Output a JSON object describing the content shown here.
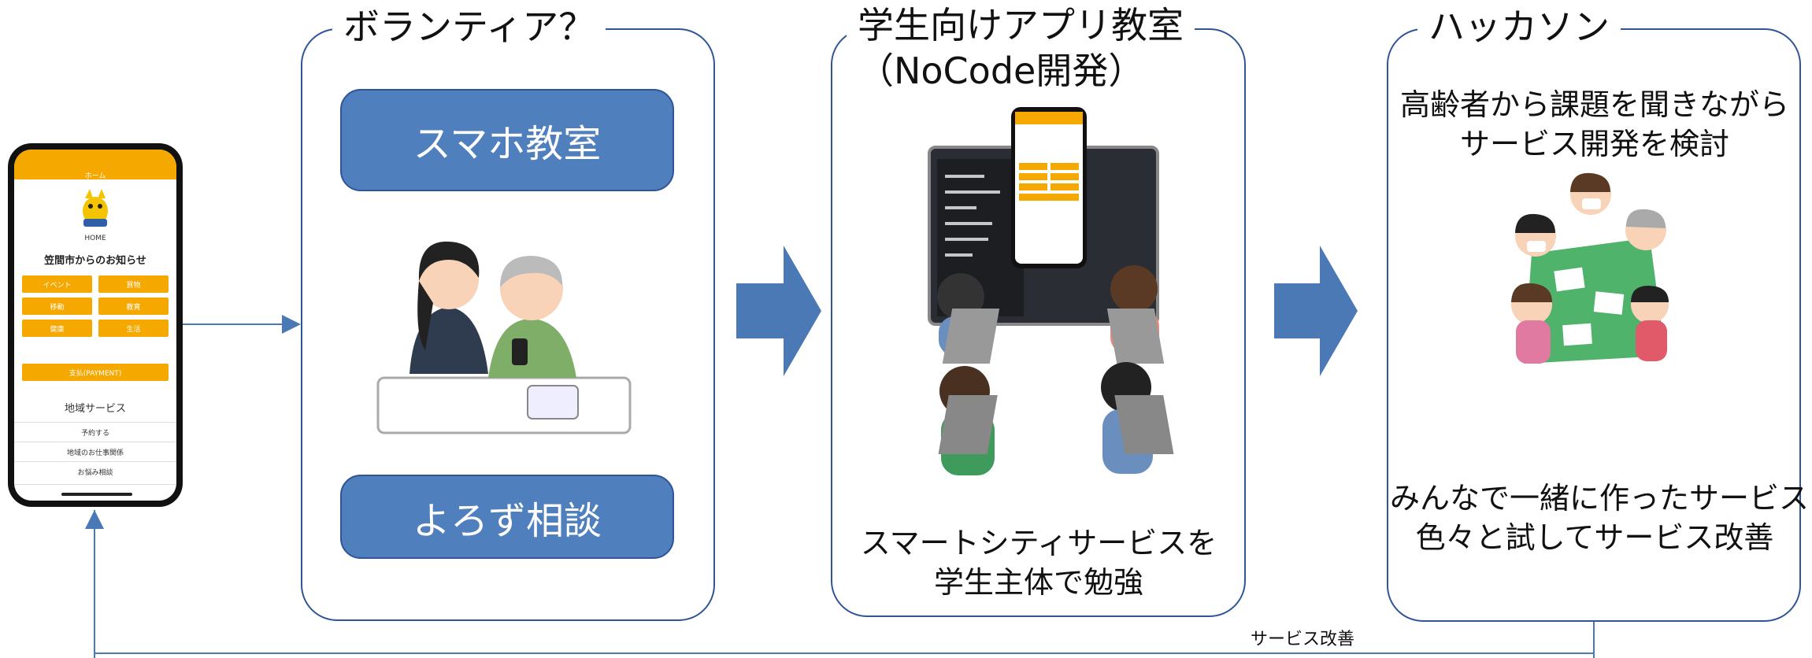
{
  "colors": {
    "accent_blue": "#4f7fbd",
    "border_blue": "#2f5597",
    "app_orange": "#f5a800",
    "arrow_blue": "#4a79b5"
  },
  "phone": {
    "header_title": "ホーム",
    "home_label": "HOME",
    "notice_title": "笠間市からのお知らせ",
    "menu": [
      "イベント",
      "買物",
      "移動",
      "教育",
      "健康",
      "生活"
    ],
    "payment_label": "支払(PAYMENT)",
    "section_title": "地域サービス",
    "rows": [
      "予約する",
      "地域のお仕事関係",
      "お悩み相談"
    ]
  },
  "volunteer": {
    "title": "ボランティア？",
    "button_1": "スマホ教室",
    "button_2": "よろず相談"
  },
  "classroom": {
    "title_line1": "学生向けアプリ教室",
    "title_line2": "（NoCode開発）",
    "caption_line1": "スマートシティサービスを",
    "caption_line2": "学生主体で勉強"
  },
  "hackathon": {
    "title": "ハッカソン",
    "top_line1": "高齢者から課題を聞きながら",
    "top_line2": "サービス開発を検討",
    "bottom_line1": "みんなで一緒に作ったサービス",
    "bottom_line2": "色々と試してサービス改善"
  },
  "feedback_label": "サービス改善"
}
